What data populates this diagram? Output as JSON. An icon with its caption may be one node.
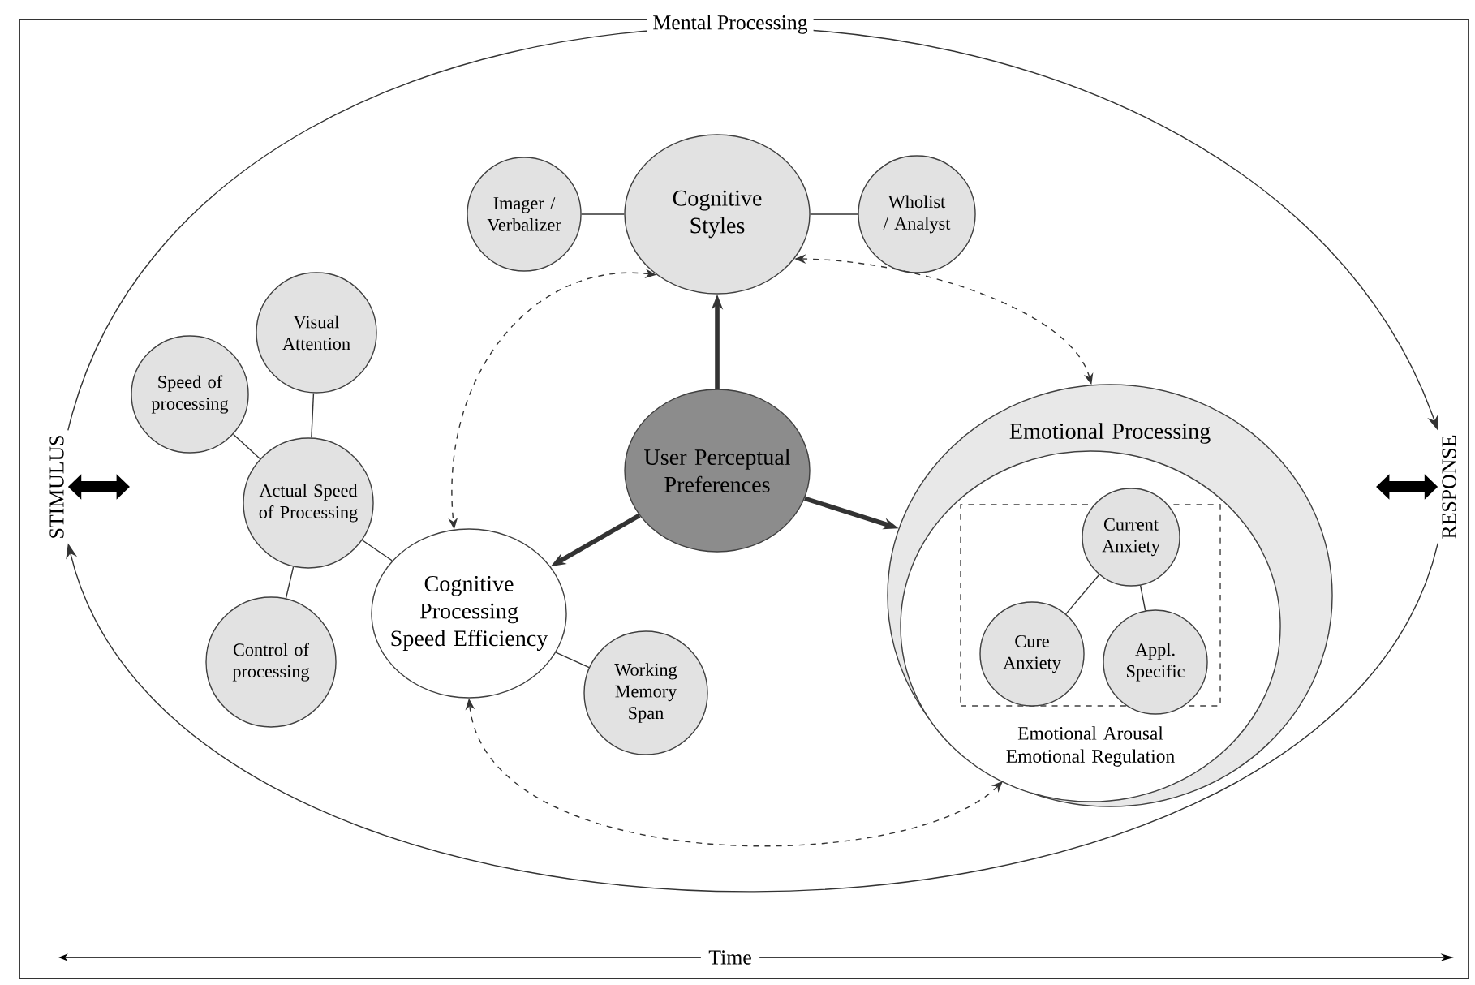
{
  "diagram": {
    "nodes": [
      {
        "text": [
          "Imager / Verbalizer"
        ]
      },
      {
        "text": [
          "Cognitive Styles"
        ]
      },
      {
        "text": [
          "Wholist / Analyst"
        ]
      },
      {
        "text": [
          "Visual Attention"
        ]
      },
      {
        "text": [
          "Speed of processing"
        ]
      },
      {
        "text": [
          "Actual Speed of Processing"
        ]
      },
      {
        "text": [
          "User Perceptual Preferences"
        ]
      },
      {
        "text": [
          "Emotional Processing"
        ]
      },
      {
        "text": [
          "Emotional Arousal Emotional Regulation"
        ],
        "in": 7
      },
      {
        "text": [],
        "shape": "box",
        "in": 8
      },
      {
        "text": [
          "Current Anxiety"
        ],
        "in": 9
      },
      {
        "text": [
          "Cure Anxiety"
        ],
        "in": 9
      },
      {
        "text": [
          "Appl. Specific"
        ],
        "in": 9
      },
      {
        "text": [
          "Cognitive Processing Speed Efficiency"
        ]
      },
      {
        "text": [
          "Control of processing"
        ]
      },
      {
        "text": [
          "Working Memory Span"
        ]
      },
      {
        "text": [
          "STIMULUS"
        ]
      },
      {
        "text": [
          "RESPONSE"
        ]
      }
    ],
    "edges": [
      {
        "from": 6,
        "to": 1,
        "arrow": "to",
        "style": "thick"
      },
      {
        "from": 6,
        "to": 13,
        "arrow": "to",
        "style": "thick"
      },
      {
        "from": 6,
        "to": 7,
        "arrow": "to",
        "style": "thick"
      },
      {
        "from": 0,
        "to": 1,
        "arrow": "none"
      },
      {
        "from": 1,
        "to": 2,
        "arrow": "none"
      },
      {
        "from": 3,
        "to": 5,
        "arrow": "none"
      },
      {
        "from": 4,
        "to": 5,
        "arrow": "none"
      },
      {
        "from": 5,
        "to": 14,
        "arrow": "none"
      },
      {
        "from": 5,
        "to": 13,
        "arrow": "none"
      },
      {
        "from": 13,
        "to": 15,
        "arrow": "none"
      },
      {
        "from": 10,
        "to": 11,
        "arrow": "none"
      },
      {
        "from": 10,
        "to": 12,
        "arrow": "none"
      },
      {
        "from": 1,
        "to": 13,
        "arrow": "both",
        "style": "dashed"
      },
      {
        "from": 1,
        "to": 7,
        "arrow": "both",
        "style": "dashed"
      },
      {
        "from": 13,
        "to": 7,
        "arrow": "both",
        "style": "dashed"
      },
      {
        "from": 16,
        "to": 17,
        "arrow": "to",
        "label": "Mental Processing"
      },
      {
        "from": 17,
        "to": 16,
        "arrow": "to"
      },
      {
        "from": 16,
        "to": null,
        "arrow": "both",
        "style": "thick"
      },
      {
        "from": 17,
        "to": null,
        "arrow": "both",
        "style": "thick"
      }
    ],
    "labels": [
      "Time"
    ]
  }
}
